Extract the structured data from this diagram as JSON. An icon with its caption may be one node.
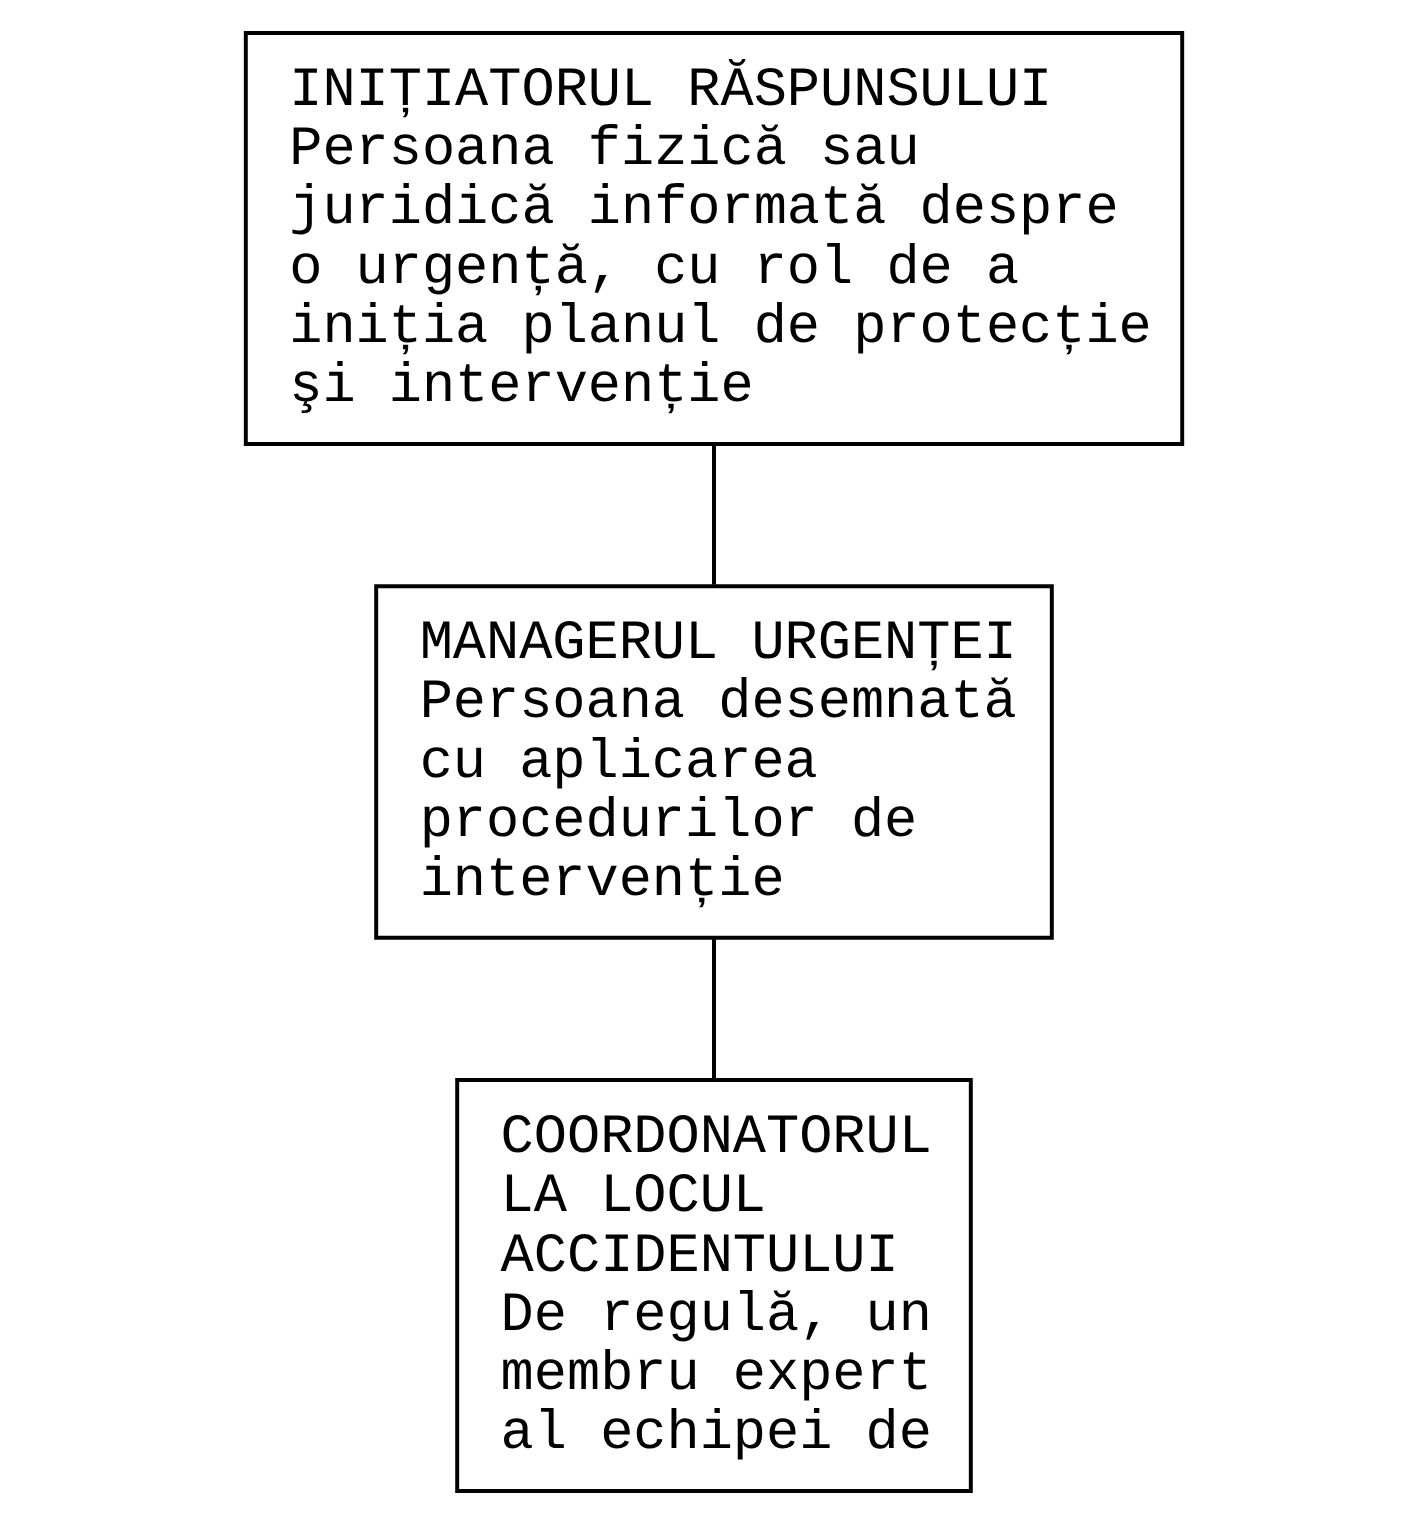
{
  "diagram": {
    "nodes": [
      {
        "text": [
          "INIȚIATORUL RĂSPUNSULUI",
          "Persoana fizică sau juridică informată despre o urgență, cu rol de a iniția planul de protecție şi intervenție"
        ]
      },
      {
        "text": [
          "MANAGERUL URGENȚEI",
          "Persoana desemnată cu aplicarea procedurilor de intervenție"
        ]
      },
      {
        "text": [
          "COORDONATORUL LA LOCUL ACCIDENTULUI",
          "De regulă, un membru expert al echipei de"
        ]
      }
    ],
    "edges": [
      {
        "from": 0,
        "to": 1,
        "arrow": "none"
      },
      {
        "from": 1,
        "to": 2,
        "arrow": "none"
      }
    ]
  }
}
